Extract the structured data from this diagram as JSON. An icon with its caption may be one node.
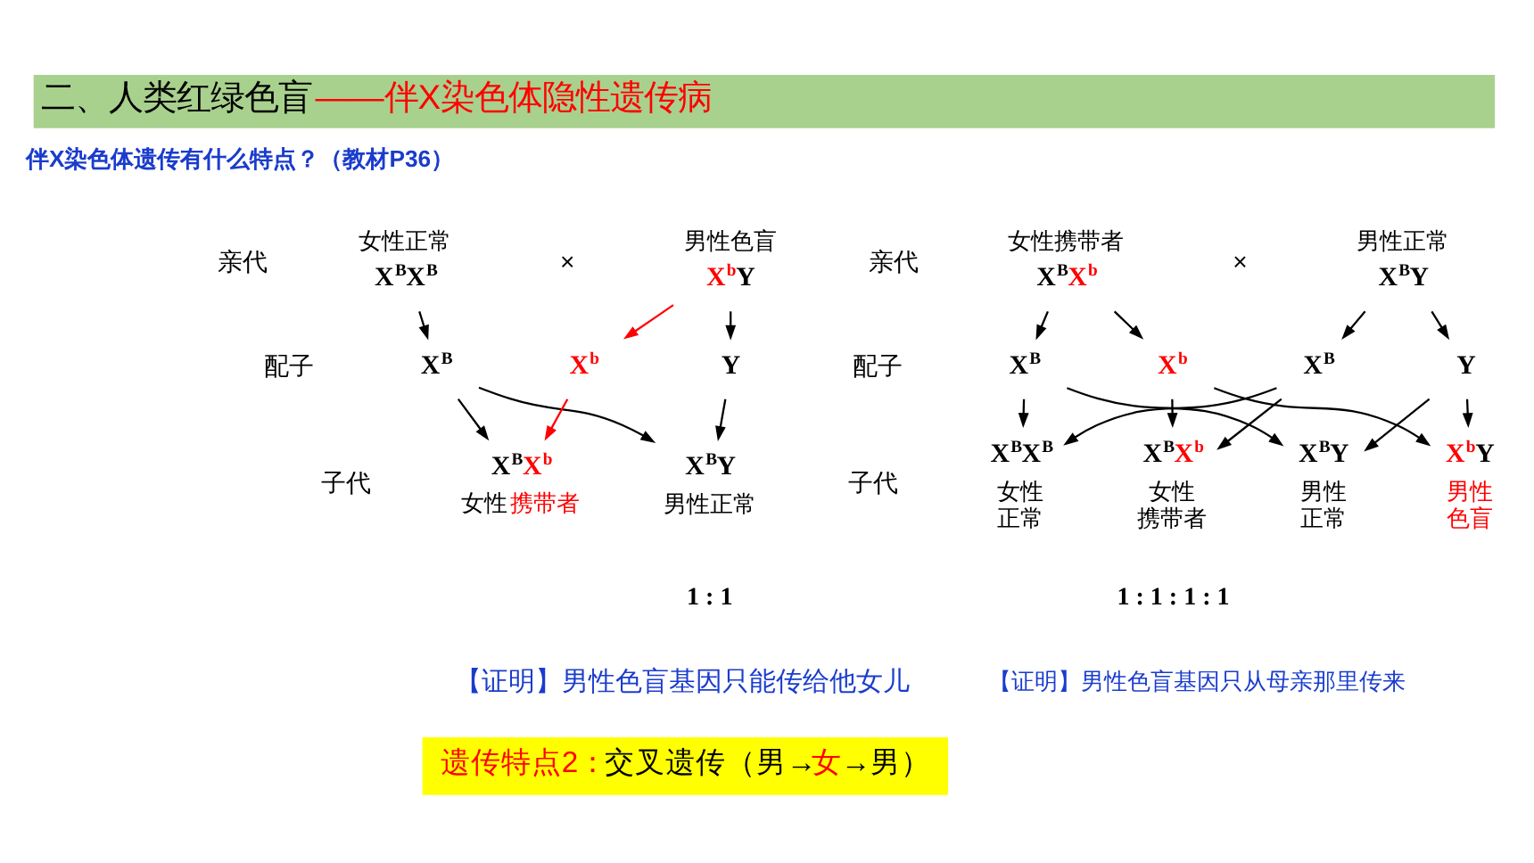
{
  "diagram": {
    "title": "二、人类红绿色盲——伴X染色体隐性遗传病",
    "nodes": [
      {
        "text": [
          "X$^{B}$X$^{B}$"
        ],
        "beside": [
          "女性正常"
        ]
      },
      {
        "text": [
          "X$^{b}$Y"
        ],
        "beside": [
          "男性色盲"
        ]
      },
      {
        "text": [
          "X$^{B}$"
        ]
      },
      {
        "text": [
          "X$^{b}$"
        ]
      },
      {
        "text": [
          "Y"
        ]
      },
      {
        "text": [
          "X$^{B}$X$^{b}$"
        ],
        "beside": [
          "女性携带者"
        ]
      },
      {
        "text": [
          "X$^{B}$Y"
        ],
        "beside": [
          "男性正常"
        ]
      },
      {
        "text": [
          "X$^{B}$X$^{b}$"
        ],
        "beside": [
          "女性携带者"
        ]
      },
      {
        "text": [
          "X$^{B}$Y"
        ],
        "beside": [
          "男性正常"
        ]
      },
      {
        "text": [
          "X$^{B}$"
        ]
      },
      {
        "text": [
          "X$^{b}$"
        ]
      },
      {
        "text": [
          "X$^{B}$"
        ]
      },
      {
        "text": [
          "Y"
        ]
      },
      {
        "text": [
          "X$^{B}$X$^{B}$"
        ],
        "beside": [
          "女性正常"
        ]
      },
      {
        "text": [
          "X$^{B}$X$^{b}$"
        ],
        "beside": [
          "女性携带者"
        ]
      },
      {
        "text": [
          "X$^{B}$Y"
        ],
        "beside": [
          "男性正常"
        ]
      },
      {
        "text": [
          "X$^{b}$Y"
        ],
        "beside": [
          "男性色盲"
        ]
      },
      {
        "text": [
          "遗传特点2：交叉遗传（男→女→男）"
        ]
      }
    ],
    "edges": [
      {
        "from": 0,
        "to": 2,
        "arrow": "to"
      },
      {
        "from": 1,
        "to": 3,
        "arrow": "to",
        "color": "#ff0000"
      },
      {
        "from": 1,
        "to": 4,
        "arrow": "to"
      },
      {
        "from": 2,
        "to": 5,
        "arrow": "to"
      },
      {
        "from": 2,
        "to": 6,
        "arrow": "to"
      },
      {
        "from": 3,
        "to": 5,
        "arrow": "to",
        "color": "#ff0000"
      },
      {
        "from": 4,
        "to": 6,
        "arrow": "to"
      },
      {
        "from": 7,
        "to": 9,
        "arrow": "to"
      },
      {
        "from": 7,
        "to": 10,
        "arrow": "to"
      },
      {
        "from": 8,
        "to": 11,
        "arrow": "to"
      },
      {
        "from": 8,
        "to": 12,
        "arrow": "to"
      },
      {
        "from": 9,
        "to": 13,
        "arrow": "to"
      },
      {
        "from": 9,
        "to": 15,
        "arrow": "to"
      },
      {
        "from": 10,
        "to": 14,
        "arrow": "to"
      },
      {
        "from": 10,
        "to": 16,
        "arrow": "to"
      },
      {
        "from": 11,
        "to": 13,
        "arrow": "to"
      },
      {
        "from": 11,
        "to": 14,
        "arrow": "to"
      },
      {
        "from": 12,
        "to": 15,
        "arrow": "to"
      },
      {
        "from": 12,
        "to": 16,
        "arrow": "to"
      }
    ],
    "labels": [
      "伴X染色体遗传有什么特点？（教材P36）",
      "亲代",
      "×",
      "配子",
      "子代",
      "1 : 1",
      "【证明】男性色盲基因只能传给他女儿",
      "亲代",
      "×",
      "配子",
      "子代",
      "1 : 1 : 1 : 1",
      "【证明】男性色盲基因只从母亲那里传来"
    ]
  }
}
